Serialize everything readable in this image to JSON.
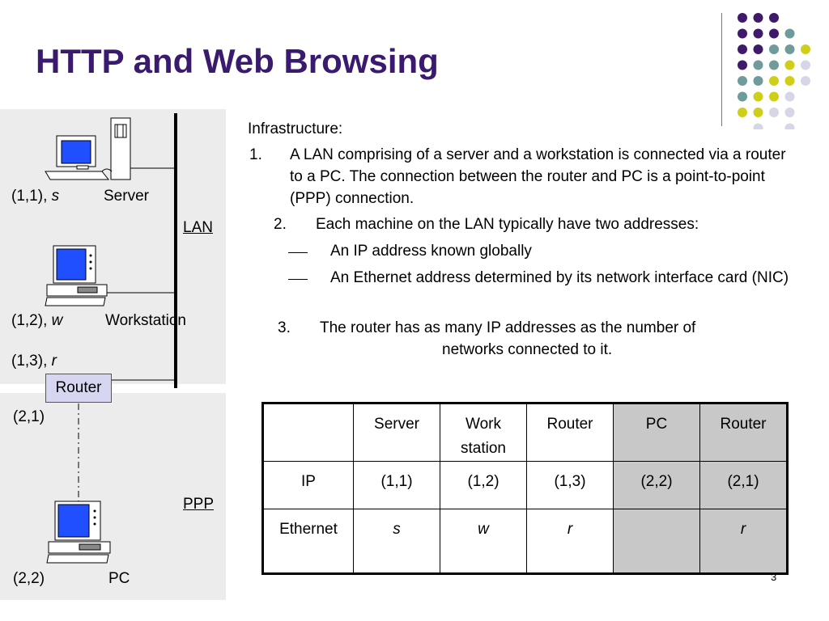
{
  "slide": {
    "title": "HTTP and Web Browsing",
    "page_number": "3",
    "colors": {
      "title": "#3a1a6e",
      "panel": "#ececec",
      "router_box": "#d6d6f0",
      "screen": "#1f4fff",
      "table_highlight": "#c8c8c8"
    }
  },
  "decor": {
    "dots": [
      [
        "#3f1a6a",
        "#3f1a6a",
        "#3f1a6a",
        "",
        ""
      ],
      [
        "#3f1a6a",
        "#3f1a6a",
        "#3f1a6a",
        "#6f9c9a",
        ""
      ],
      [
        "#3f1a6a",
        "#3f1a6a",
        "#6f9c9a",
        "#6f9c9a",
        "#cfcf1a"
      ],
      [
        "#3f1a6a",
        "#6f9c9a",
        "#6f9c9a",
        "#cfcf1a",
        "#d6d6e6"
      ],
      [
        "#6f9c9a",
        "#6f9c9a",
        "#cfcf1a",
        "#cfcf1a",
        "#d6d6e6"
      ],
      [
        "#6f9c9a",
        "#cfcf1a",
        "#cfcf1a",
        "#d6d6e6",
        ""
      ],
      [
        "#cfcf1a",
        "#cfcf1a",
        "#d6d6e6",
        "#d6d6e6",
        ""
      ],
      [
        "",
        "#d6d6e6",
        "",
        "#d6d6e6",
        ""
      ]
    ]
  },
  "diagram": {
    "server_addr": "(1,1), ",
    "server_var": "s",
    "server_label": "Server",
    "lan_label": "LAN",
    "ws_addr": "(1,2), ",
    "ws_var": "w",
    "ws_label": "Workstation",
    "router_addr": "(1,3), ",
    "router_var": "r",
    "router_label": "Router",
    "router_ppp_addr": "(2,1)",
    "ppp_label": "PPP",
    "pc_addr": "(2,2)",
    "pc_label": "PC"
  },
  "content": {
    "heading": "Infrastructure:",
    "item1_num": "1.",
    "item1_text": "A LAN comprising of a server and a workstation is connected via a router to a PC. The connection between the router and PC is a point-to-point (PPP) connection.",
    "item2_num": "2.",
    "item2_text": "Each machine on the LAN typically have two addresses:",
    "sub1": "An IP address known globally",
    "sub2": "An Ethernet address determined by its network interface card (NIC)",
    "item3_num": "3.",
    "item3_line1": "The router has as many IP addresses as the number of",
    "item3_line2": "networks connected to it."
  },
  "table": {
    "headers": [
      "",
      "Server",
      "Work station",
      "Router",
      "PC",
      "Router"
    ],
    "rows": [
      {
        "label": "IP",
        "cells": [
          "(1,1)",
          "(1,2)",
          "(1,3)",
          "(2,2)",
          "(2,1)"
        ]
      },
      {
        "label": "Ethernet",
        "cells": [
          "s",
          "w",
          "r",
          "",
          "r"
        ]
      }
    ]
  }
}
